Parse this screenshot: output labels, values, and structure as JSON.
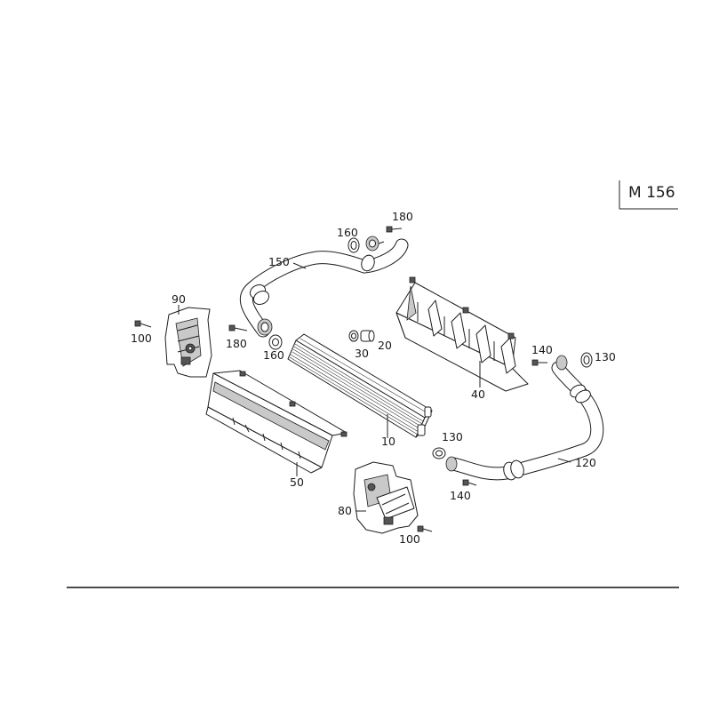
{
  "engine_code": "M 156",
  "labels": {
    "l10": "10",
    "l20": "20",
    "l30": "30",
    "l40": "40",
    "l50": "50",
    "l80": "80",
    "l90": "90",
    "l100a": "100",
    "l100b": "100",
    "l120": "120",
    "l130a": "130",
    "l130b": "130",
    "l140a": "140",
    "l140b": "140",
    "l150": "150",
    "l160a": "160",
    "l160b": "160",
    "l180a": "180",
    "l180b": "180"
  }
}
